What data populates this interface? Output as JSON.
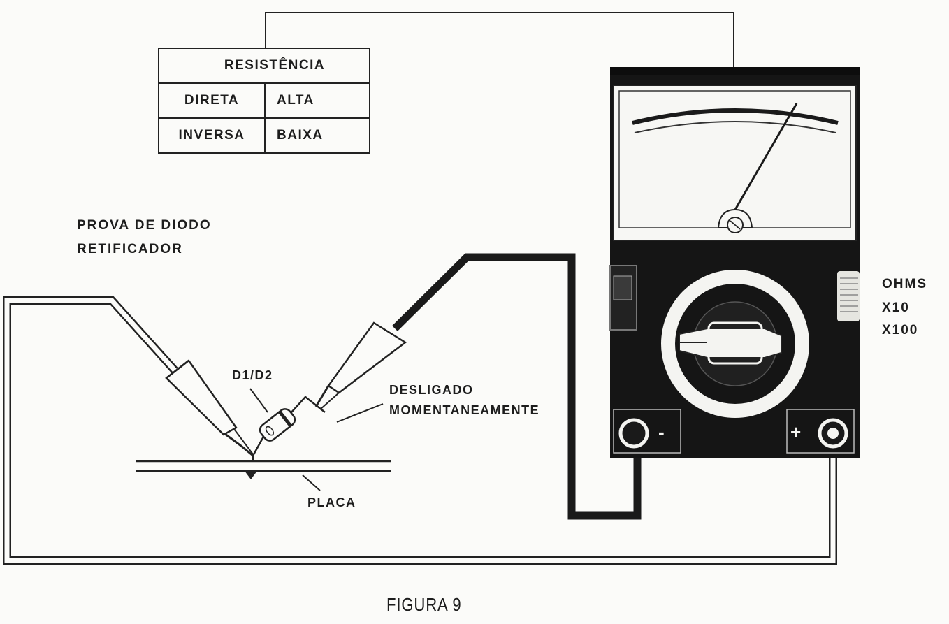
{
  "table": {
    "header": "RESISTÊNCIA",
    "rows": [
      {
        "label": "DIRETA",
        "value": "ALTA"
      },
      {
        "label": "INVERSA",
        "value": "BAIXA"
      }
    ]
  },
  "title_line1": "PROVA DE DIODO",
  "title_line2": "RETIFICADOR",
  "labels": {
    "diode": "D1/D2",
    "disconnected_line1": "DESLIGADO",
    "disconnected_line2": "MOMENTANEAMENTE",
    "board": "PLACA"
  },
  "meter": {
    "minus_terminal": "-",
    "plus_terminal": "+",
    "ohms": "OHMS",
    "range_x10": "X10",
    "range_x100": "X100"
  },
  "caption": "FIGURA 9"
}
